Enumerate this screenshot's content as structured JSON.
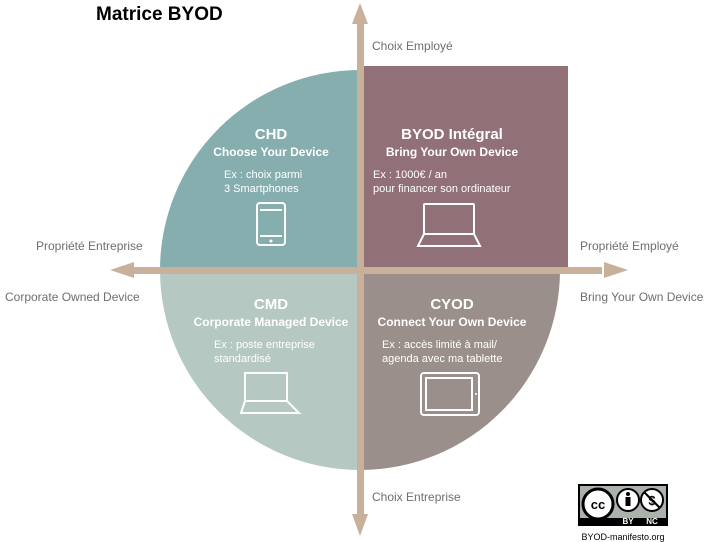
{
  "title": "Matrice BYOD",
  "axes": {
    "top": "Choix Employé",
    "bottom": "Choix Entreprise",
    "left_top": "Propriété Entreprise",
    "left_bottom": "Corporate Owned Device",
    "right_top": "Propriété Employé",
    "right_bottom": "Bring Your Own Device"
  },
  "quadrants": {
    "chd": {
      "title": "CHD",
      "subtitle": "Choose Your Device",
      "ex_line1": "Ex : choix parmi",
      "ex_line2": "3 Smartphones",
      "icon": "smartphone-icon",
      "color": "#86aeae"
    },
    "byod": {
      "title": "BYOD Intégral",
      "subtitle": "Bring Your Own Device",
      "ex_line1": "Ex : 1000€ / an",
      "ex_line2": "pour financer son ordinateur",
      "icon": "laptop-icon",
      "color": "#917078"
    },
    "cmd": {
      "title": "CMD",
      "subtitle": "Corporate Managed Device",
      "ex_line1": "Ex : poste entreprise",
      "ex_line2": "standardisé",
      "icon": "laptop-icon",
      "color": "#b5c8c2"
    },
    "cyod": {
      "title": "CYOD",
      "subtitle": "Connect Your Own Device",
      "ex_line1": "Ex : accès limité à mail/",
      "ex_line2": "agenda avec ma tablette",
      "icon": "tablet-icon",
      "color": "#9b8f8b"
    }
  },
  "license": {
    "icons": [
      "cc-icon",
      "by-icon",
      "nc-icon"
    ],
    "by_label": "BY",
    "nc_label": "NC",
    "site": "BYOD-manifesto.org"
  },
  "colors": {
    "axis": "#c8b09a"
  }
}
